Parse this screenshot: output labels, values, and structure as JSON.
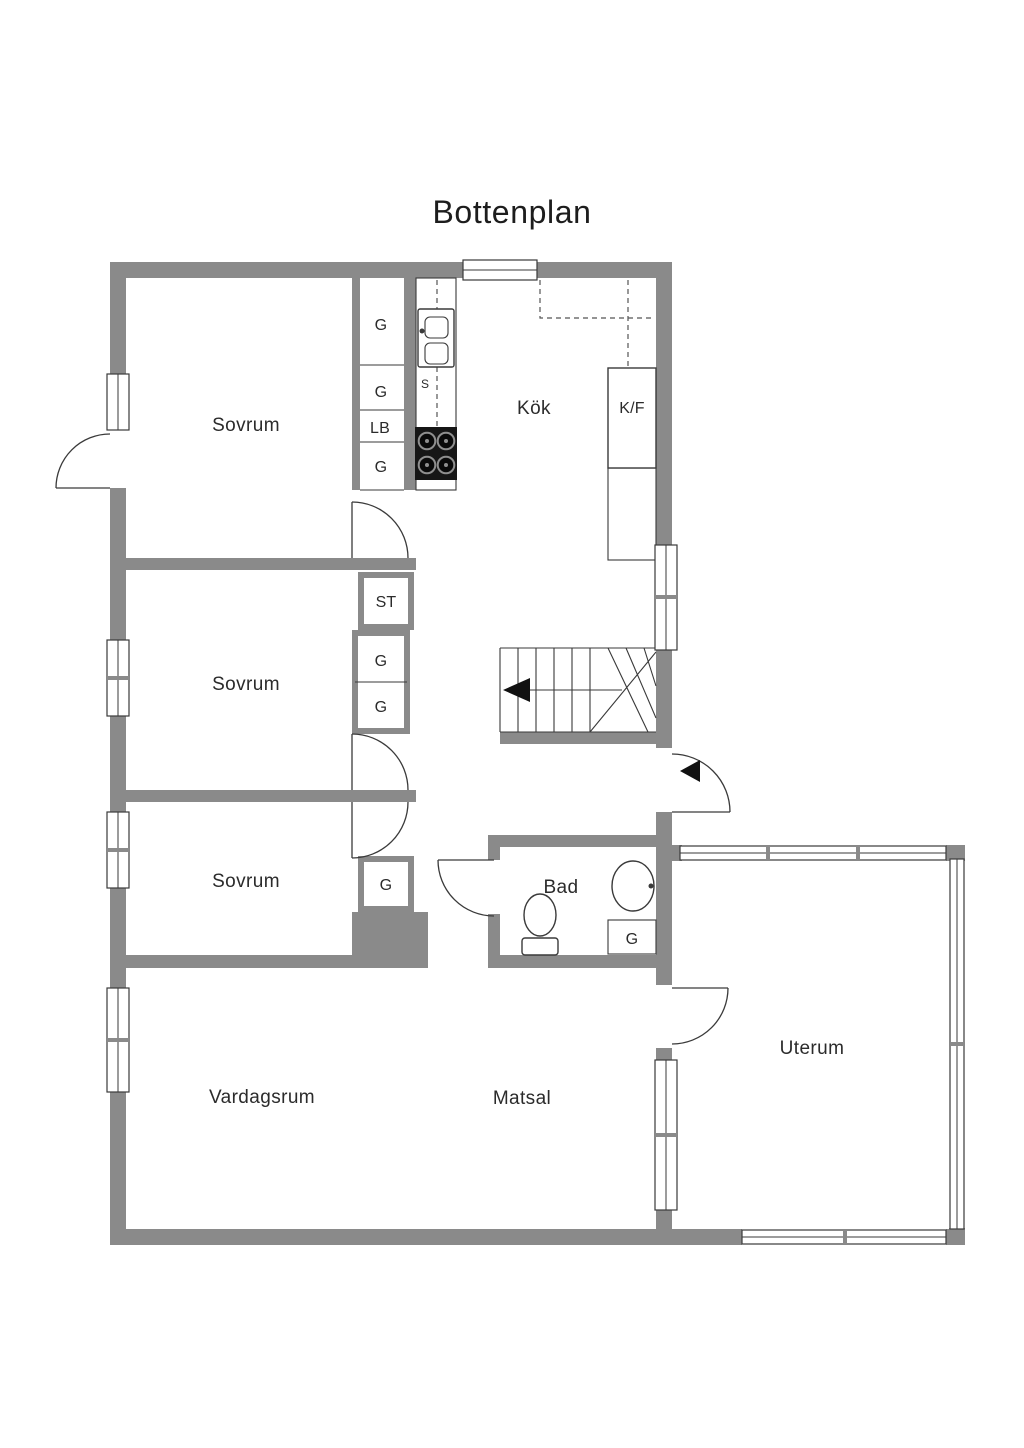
{
  "title": "Bottenplan",
  "rooms": {
    "sovrum_1": "Sovrum",
    "sovrum_2": "Sovrum",
    "sovrum_3": "Sovrum",
    "kok": "Kök",
    "bad": "Bad",
    "vardagsrum": "Vardagsrum",
    "matsal": "Matsal",
    "uterum": "Uterum"
  },
  "fixtures": {
    "kyl_frys": "K/F",
    "sink_label": "S",
    "closet_g1": "G",
    "closet_g2": "G",
    "closet_lb": "LB",
    "closet_g3": "G",
    "closet_st": "ST",
    "closet_g4": "G",
    "closet_g5": "G",
    "closet_g6": "G",
    "closet_g_bad": "G"
  },
  "colors": {
    "wall": "#8a8a8a",
    "line": "#3a3a3a",
    "text": "#2b2b2b",
    "background": "#ffffff"
  }
}
